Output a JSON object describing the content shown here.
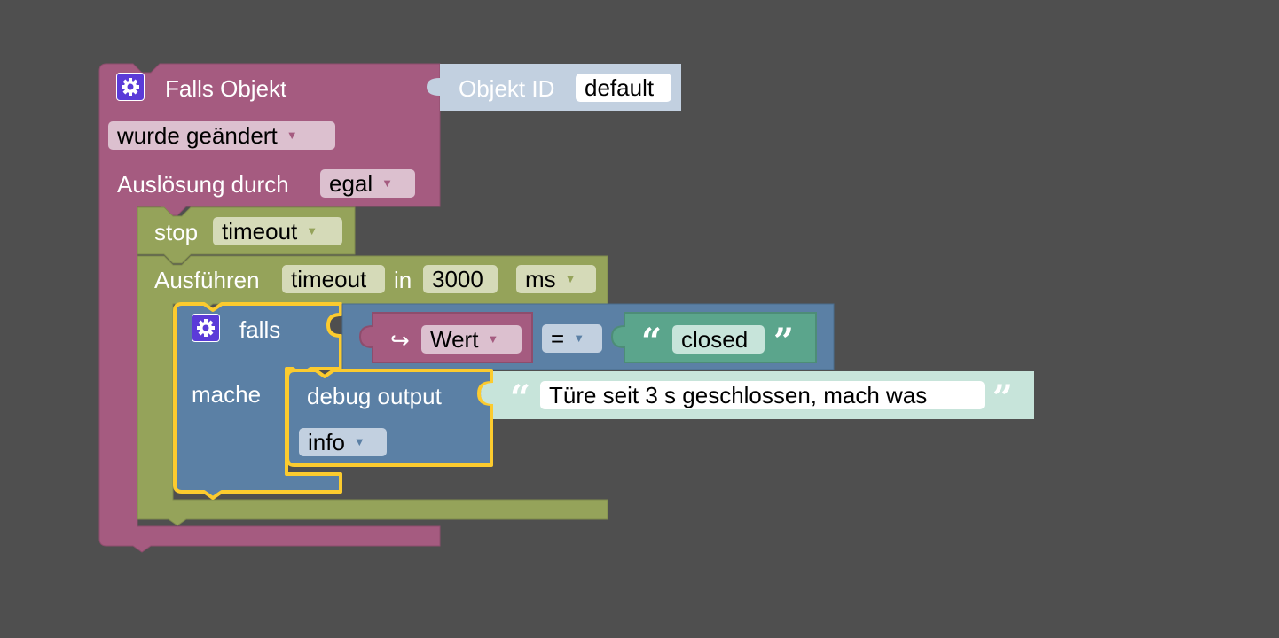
{
  "colors": {
    "background": "#4f4f4f",
    "trigger_block": "#a55b80",
    "timeout_block": "#95a35a",
    "logic_block": "#5b80a5",
    "text_block": "#5ba58c",
    "objekt_id_block": "#c2d0e0",
    "debug_text_block": "#c7e4da",
    "selection": "#fccb2e",
    "gear": "#5b3bd8"
  },
  "trigger": {
    "title": "Falls Objekt",
    "condition": "wurde geändert",
    "trigger_label": "Auslösung durch",
    "trigger_value": "egal",
    "gear_icon": "gear-icon"
  },
  "objekt_id": {
    "label": "Objekt ID",
    "value": "default"
  },
  "stop_block": {
    "label": "stop",
    "value": "timeout"
  },
  "timeout_block": {
    "label": "Ausführen",
    "name": "timeout",
    "in_label": "in",
    "delay": "3000",
    "unit": "ms"
  },
  "if_block": {
    "falls_label": "falls",
    "mache_label": "mache",
    "var_arrow": "↪",
    "var_name": "Wert",
    "operator": "=",
    "compare_value": "closed",
    "open_quote": "“",
    "close_quote": "”"
  },
  "debug_block": {
    "label": "debug output",
    "message": "Türe seit 3 s geschlossen, mach was",
    "level": "info"
  }
}
